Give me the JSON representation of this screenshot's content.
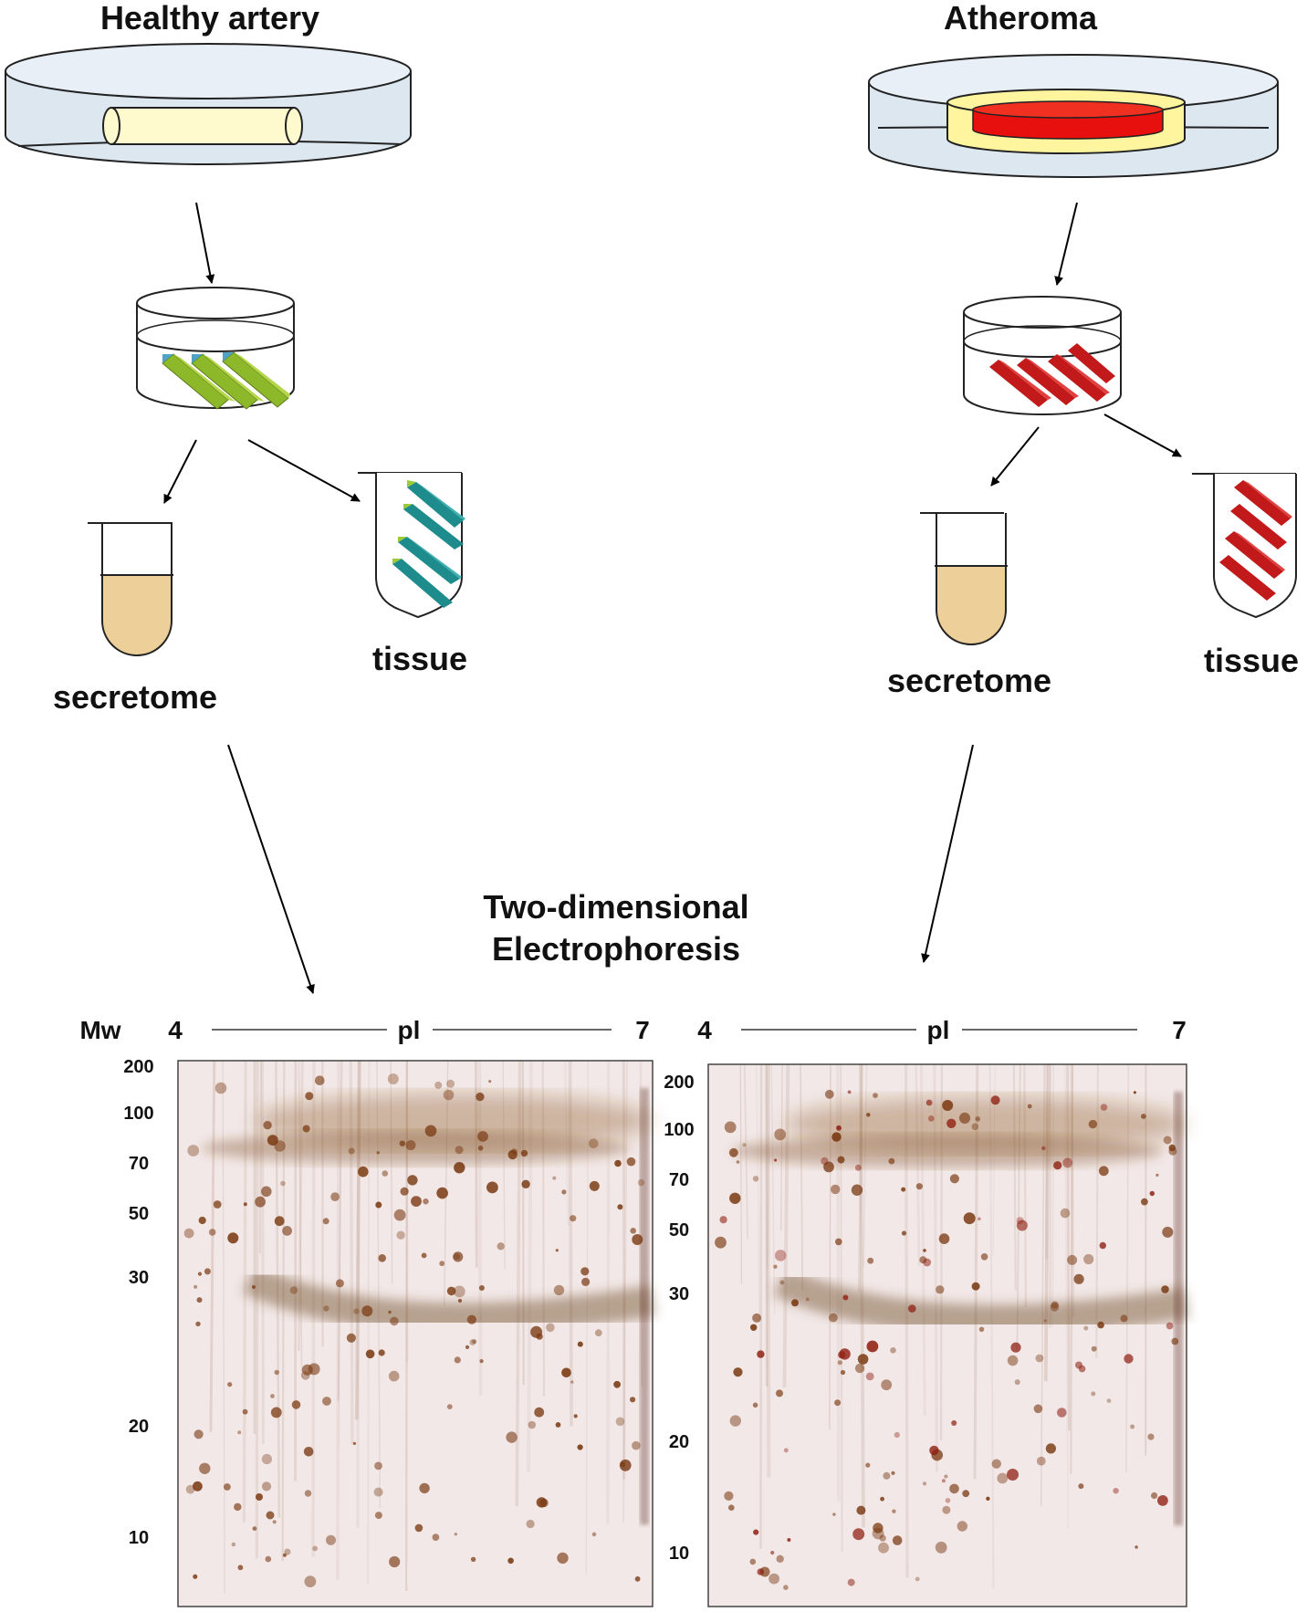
{
  "left_panel": {
    "title": "Healthy artery",
    "secretome_label": "secretome",
    "tissue_label": "tissue",
    "strip_color": "#8DB82A",
    "tissue_strip_color": "#1E8C8C"
  },
  "right_panel": {
    "title": "Atheroma",
    "secretome_label": "secretome",
    "tissue_label": "tissue",
    "strip_color": "#C21A1A",
    "tissue_strip_color": "#C21A1A"
  },
  "electrophoresis_title": [
    "Two-dimensional",
    "Electrophoresis"
  ],
  "gel_left": {
    "mw_label": "Mw",
    "pi_min": "4",
    "pi_label": "pl",
    "pi_max": "7",
    "mw_ticks": [
      "200",
      "100",
      "70",
      "50",
      "30",
      "20",
      "10"
    ]
  },
  "gel_right": {
    "pi_min": "4",
    "pi_label": "pl",
    "pi_max": "7",
    "mw_ticks": [
      "200",
      "100",
      "70",
      "50",
      "30",
      "20",
      "10"
    ]
  },
  "colors": {
    "dish_fill": "#DCE7F0",
    "artery_fill": "#FFFACD",
    "atheroma_core": "#E8100F",
    "atheroma_ring": "#FFF59E",
    "secretome_fluid": "#EDCF99",
    "gel_background": "#F2E8E8",
    "gel_spot": "#7A3A12"
  }
}
